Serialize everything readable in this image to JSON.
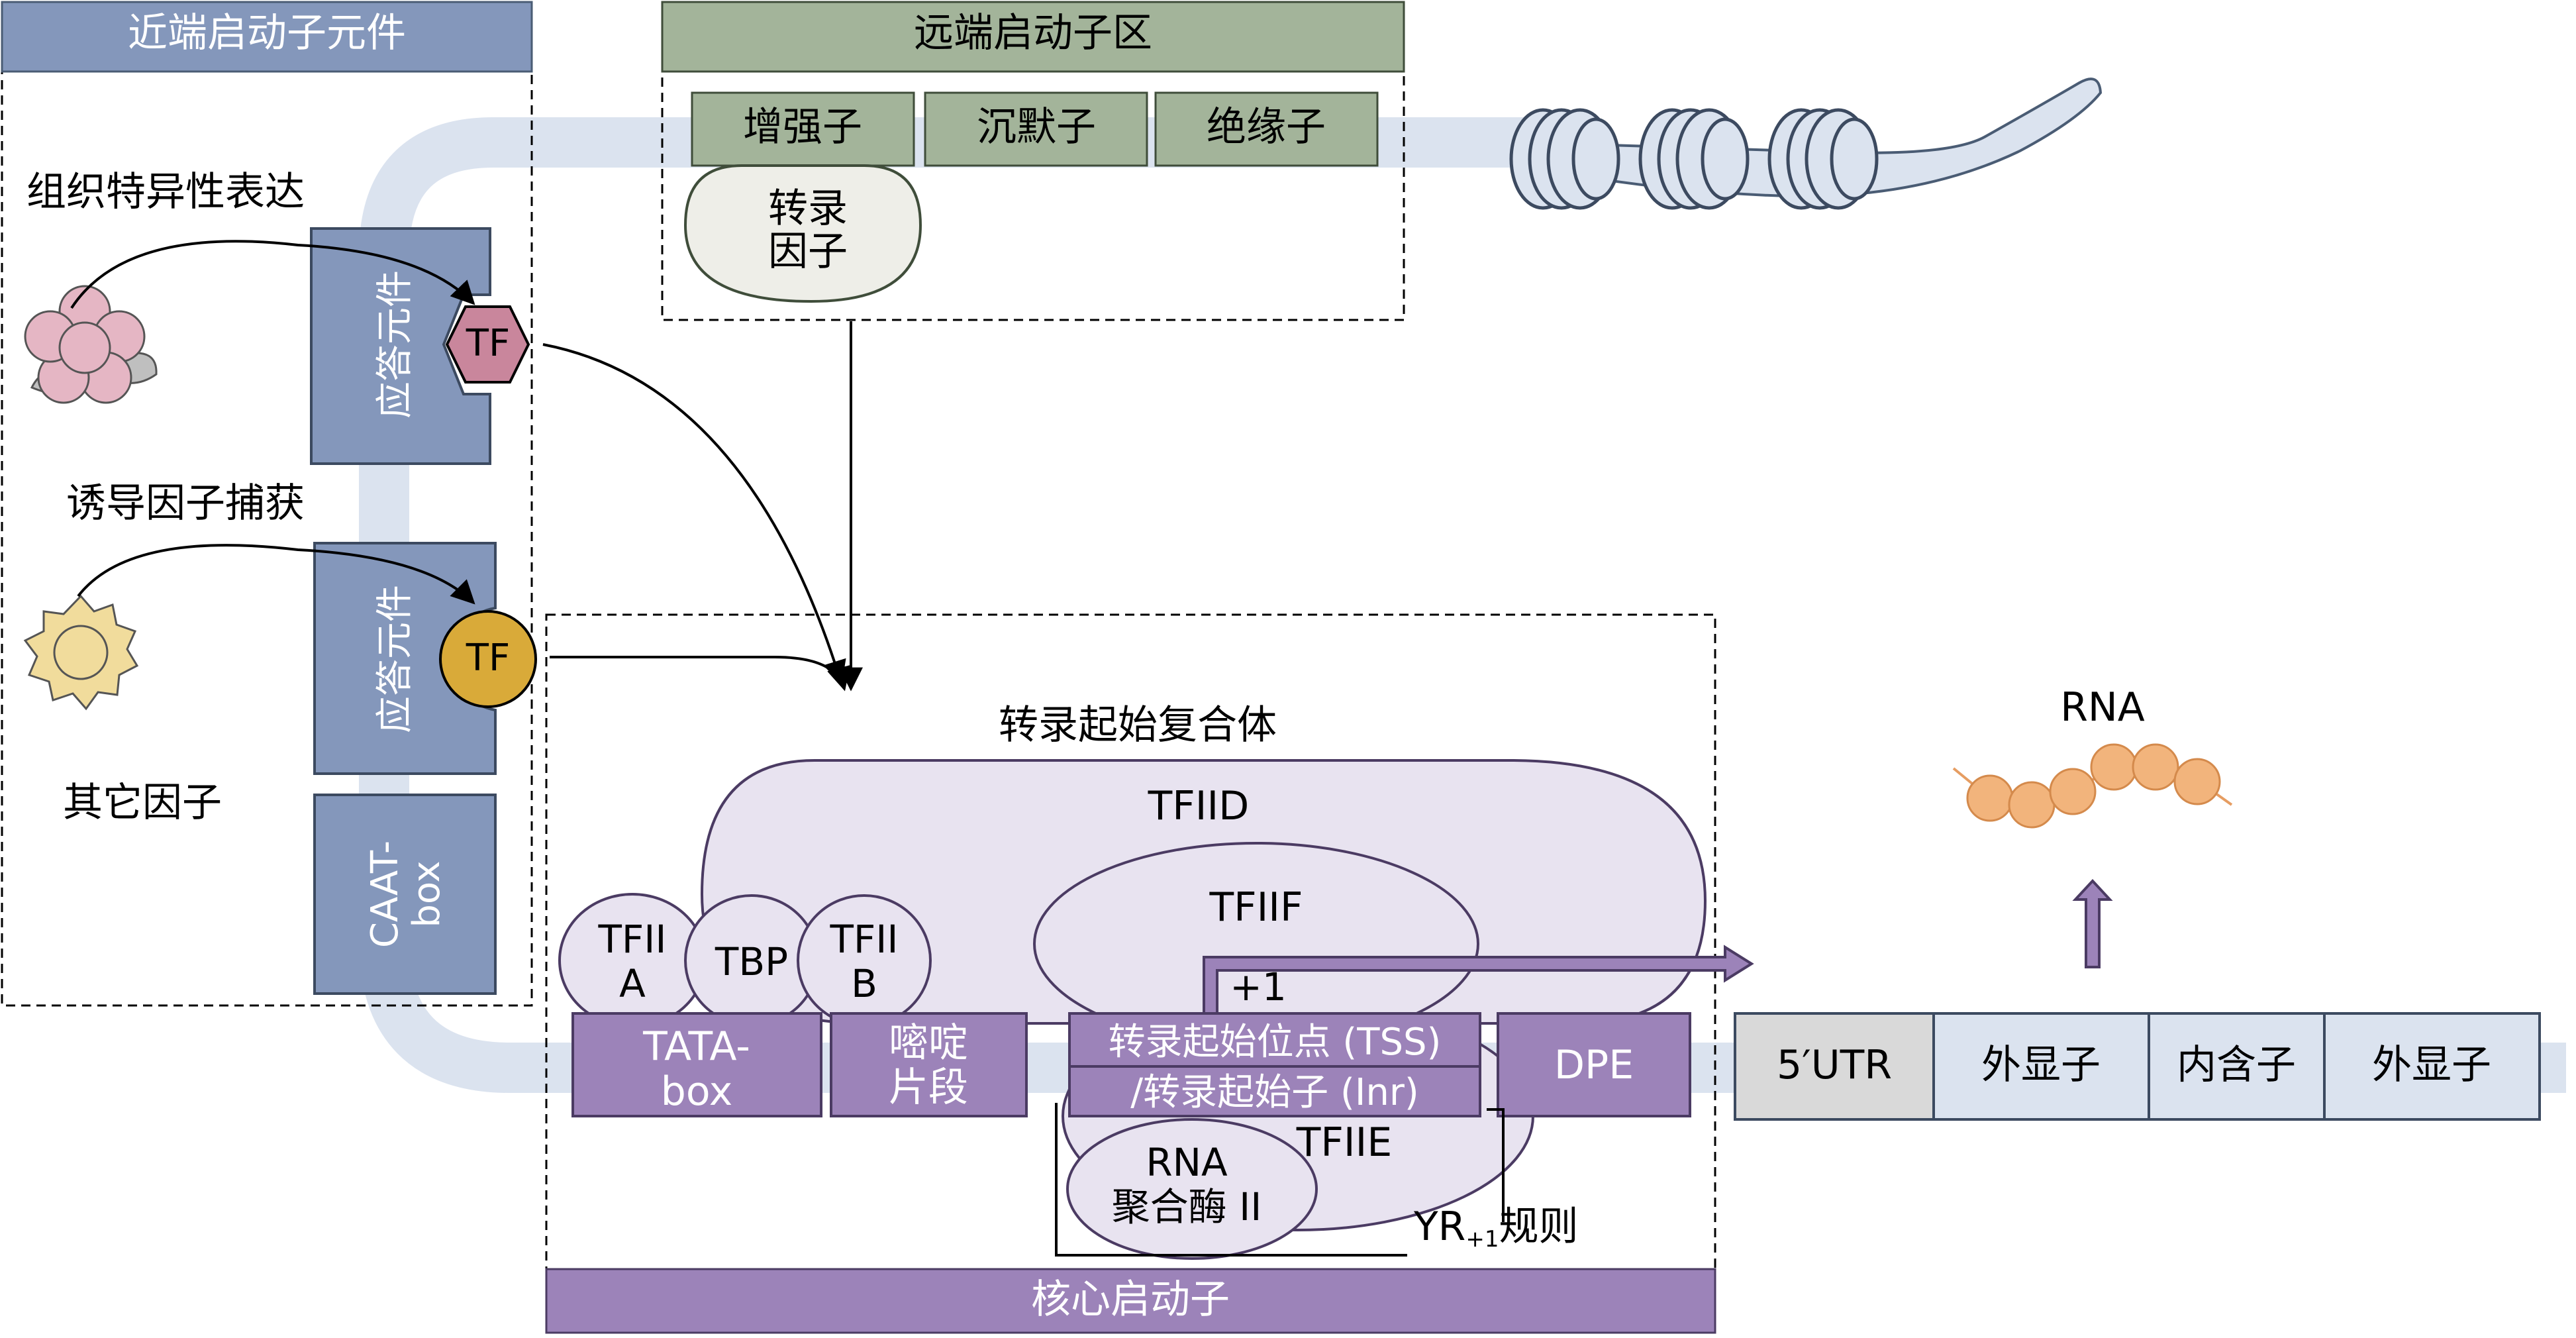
{
  "regions": {
    "proximal_title": "近端启动子元件",
    "distal_title": "远端启动子区",
    "core_title": "核心启动子"
  },
  "distal": {
    "enhancer": "增强子",
    "silencer": "沉默子",
    "insulator": "绝缘子",
    "tf_line1": "转录",
    "tf_line2": "因子"
  },
  "proximal": {
    "tissue_label": "组织特异性表达",
    "induction_label": "诱导因子捕获",
    "other_label": "其它因子",
    "response_element_1": "应答元件",
    "response_element_2": "应答元件",
    "tf_1": "TF",
    "tf_2": "TF",
    "caat_line1": "CAAT-",
    "caat_line2": "box"
  },
  "core": {
    "complex_title": "转录起始复合体",
    "tfiid": "TFIID",
    "tfiif": "TFIIF",
    "tfiia_line1": "TFII",
    "tfiia_line2": "A",
    "tbp": "TBP",
    "tfiib_line1": "TFII",
    "tfiib_line2": "B",
    "plus1": "+1",
    "tata_line1": "TATA-",
    "tata_line2": "box",
    "pyrimidine_line1": "嘧啶",
    "pyrimidine_line2": "片段",
    "tss": "转录起始位点 (TSS)",
    "inr": "/转录起始子 (Inr)",
    "dpe": "DPE",
    "tfiie": "TFIIE",
    "pol_line1": "RNA",
    "pol_line2": "聚合酶 II",
    "yr_rule_main": "YR",
    "yr_rule_sub": "+1",
    "yr_rule_suffix": "规则"
  },
  "gene": {
    "utr": "5′UTR",
    "exon1": "外显子",
    "intron": "内含子",
    "exon2": "外显子",
    "rna": "RNA"
  },
  "colors": {
    "proximal_title_bg": "#8497bb",
    "response_element": "#8497bb",
    "distal_title_bg": "#a3b49a",
    "core_title_bg": "#9c83b9",
    "core_box": "#9c83b9",
    "complex_fill": "#e8e3f0",
    "dna_track": "#dbe3ef",
    "tf_red": "#c9869c",
    "tf_yellow": "#d9aa39",
    "rna_bead": "#f2b47c",
    "utr": "#d9d9d9"
  }
}
